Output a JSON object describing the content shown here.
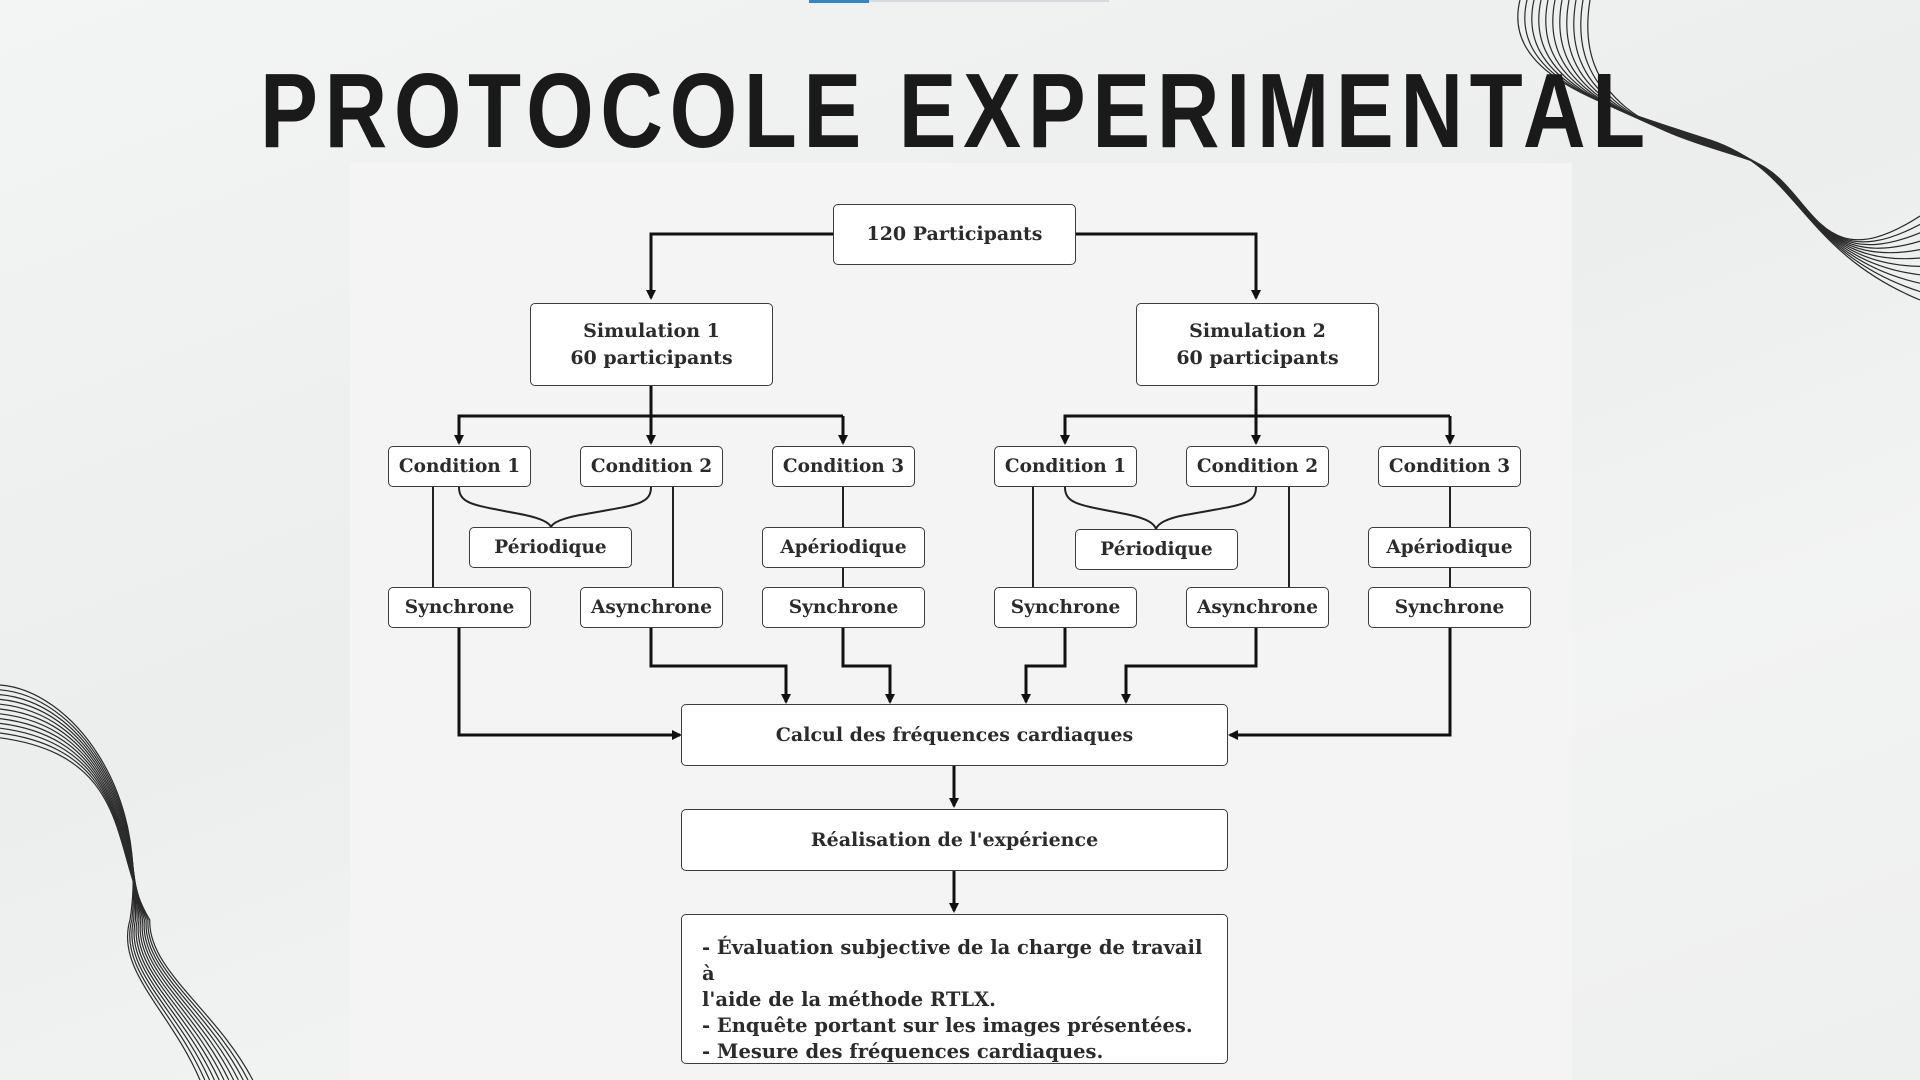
{
  "title": "PROTOCOLE EXPERIMENTAL",
  "diagram": {
    "root": "120 Participants",
    "simulations": [
      {
        "line1": "Simulation 1",
        "line2": "60 participants"
      },
      {
        "line1": "Simulation 2",
        "line2": "60 participants"
      }
    ],
    "left": {
      "conditions": [
        "Condition 1",
        "Condition 2",
        "Condition 3"
      ],
      "periodique": "Périodique",
      "aperiodique": "Apériodique",
      "modes": [
        "Synchrone",
        "Asynchrone",
        "Synchrone"
      ]
    },
    "right": {
      "conditions": [
        "Condition 1",
        "Condition 2",
        "Condition 3"
      ],
      "periodique": "Périodique",
      "aperiodique": "Apériodique",
      "modes": [
        "Synchrone",
        "Asynchrone",
        "Synchrone"
      ]
    },
    "calcul": "Calcul des fréquences cardiaques",
    "realisation": "Réalisation de l'expérience",
    "final_items": [
      "- Évaluation subjective de la charge de travail à",
      "l'aide de la méthode RTLX.",
      "- Enquête portant sur les images présentées.",
      "- Mesure des fréquences cardiaques."
    ]
  }
}
